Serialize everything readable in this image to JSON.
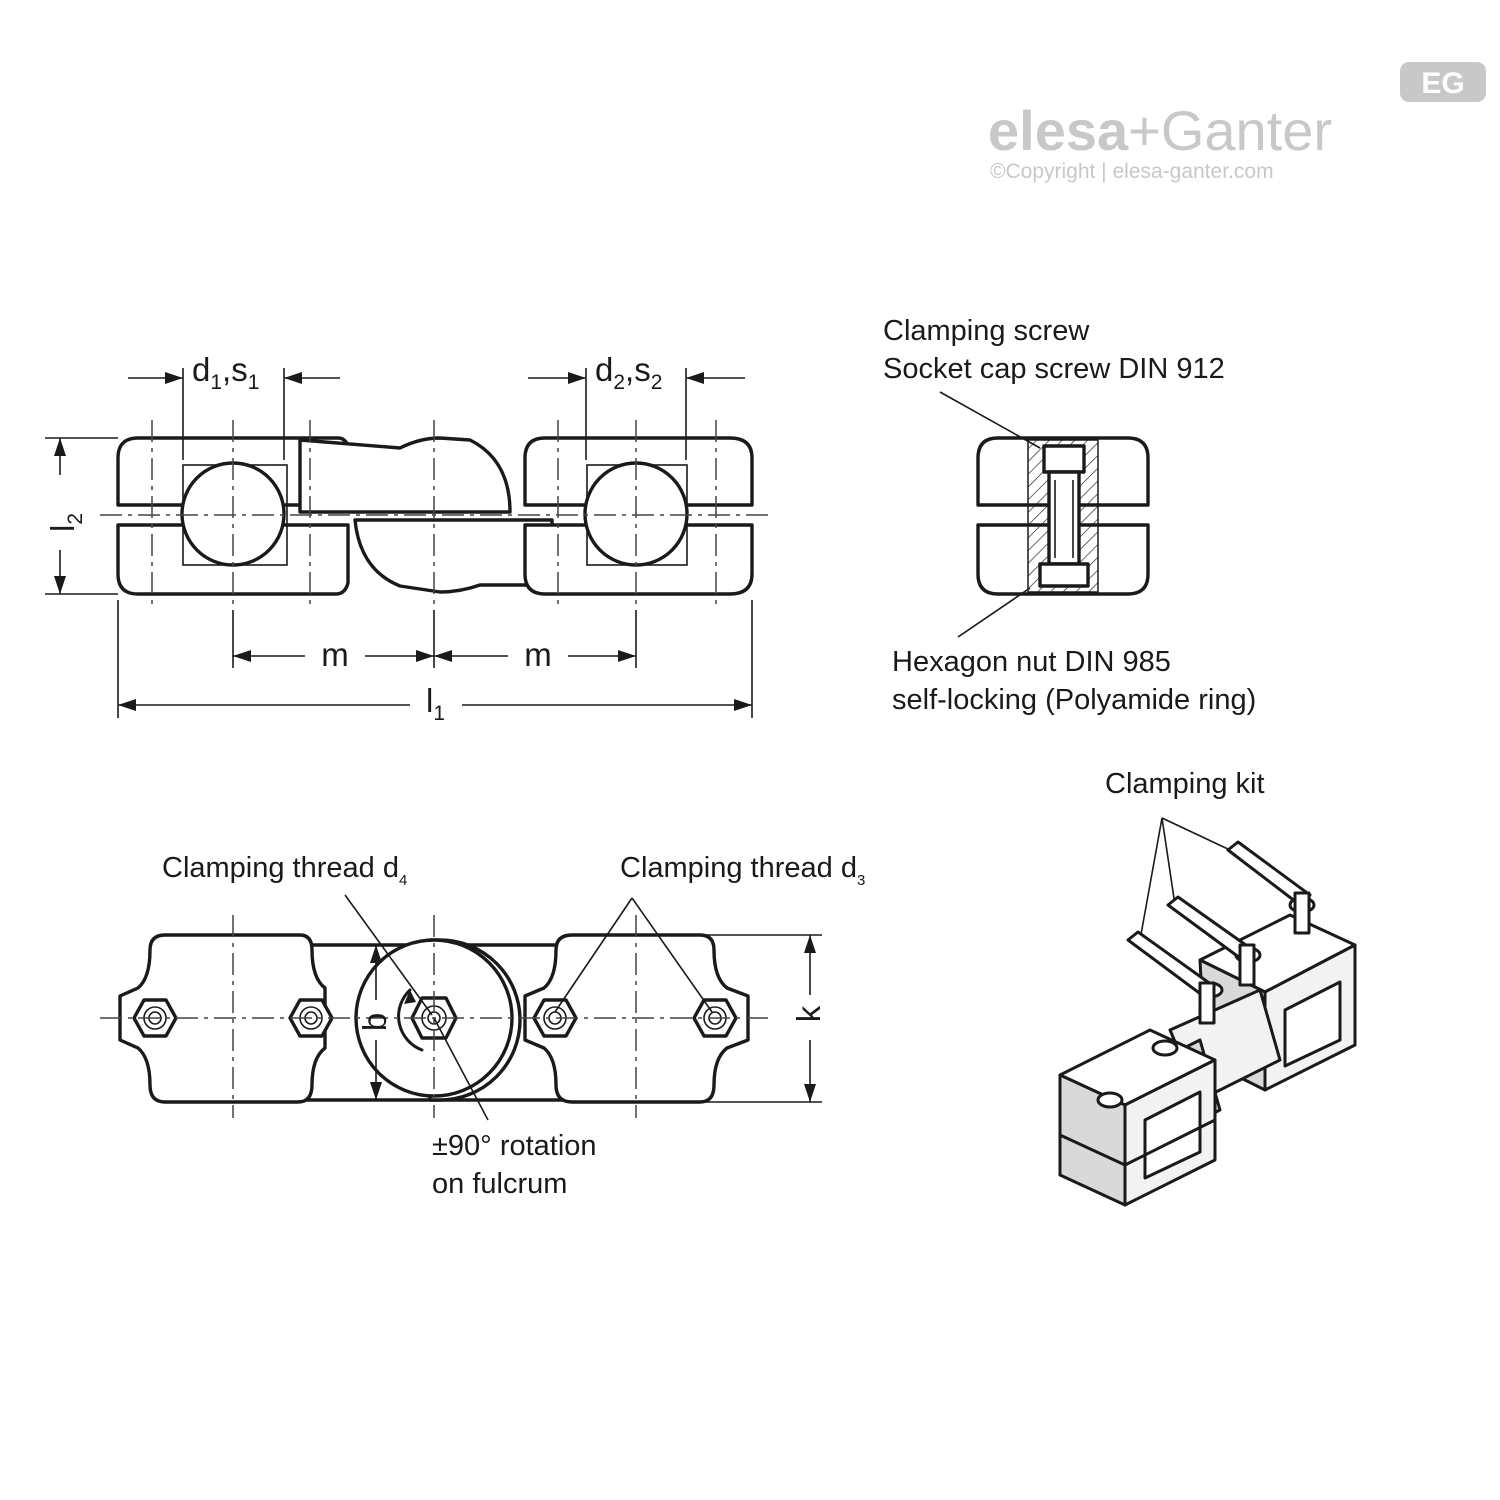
{
  "brand": {
    "name_part1": "elesa",
    "plus": "+",
    "name_part2": "Ganter",
    "copyright": "©Copyright | elesa-ganter.com",
    "badge": "EG",
    "color": "#c8c8c8"
  },
  "front_view": {
    "d1s1": {
      "main": "d",
      "s1": "1",
      "mid": ",s",
      "s2": "1"
    },
    "d2s2": {
      "main": "d",
      "s1": "2",
      "mid": ",s",
      "s2": "2"
    },
    "l2": {
      "main": "l",
      "sub": "2"
    },
    "m_left": "m",
    "m_right": "m",
    "l1": {
      "main": "l",
      "sub": "1"
    }
  },
  "section_view": {
    "screw_line1": "Clamping screw",
    "screw_line2": "Socket cap screw DIN 912",
    "nut_line1": "Hexagon nut  DIN 985",
    "nut_line2": "self-locking (Polyamide ring)"
  },
  "top_view": {
    "thread_d4": {
      "main": "Clamping thread d",
      "sub": "4"
    },
    "thread_d3": {
      "main": "Clamping thread d",
      "sub": "3"
    },
    "b": "b",
    "k": "k",
    "rotation_line1": "±90° rotation",
    "rotation_line2": "on fulcrum"
  },
  "iso_view": {
    "title": "Clamping kit"
  }
}
